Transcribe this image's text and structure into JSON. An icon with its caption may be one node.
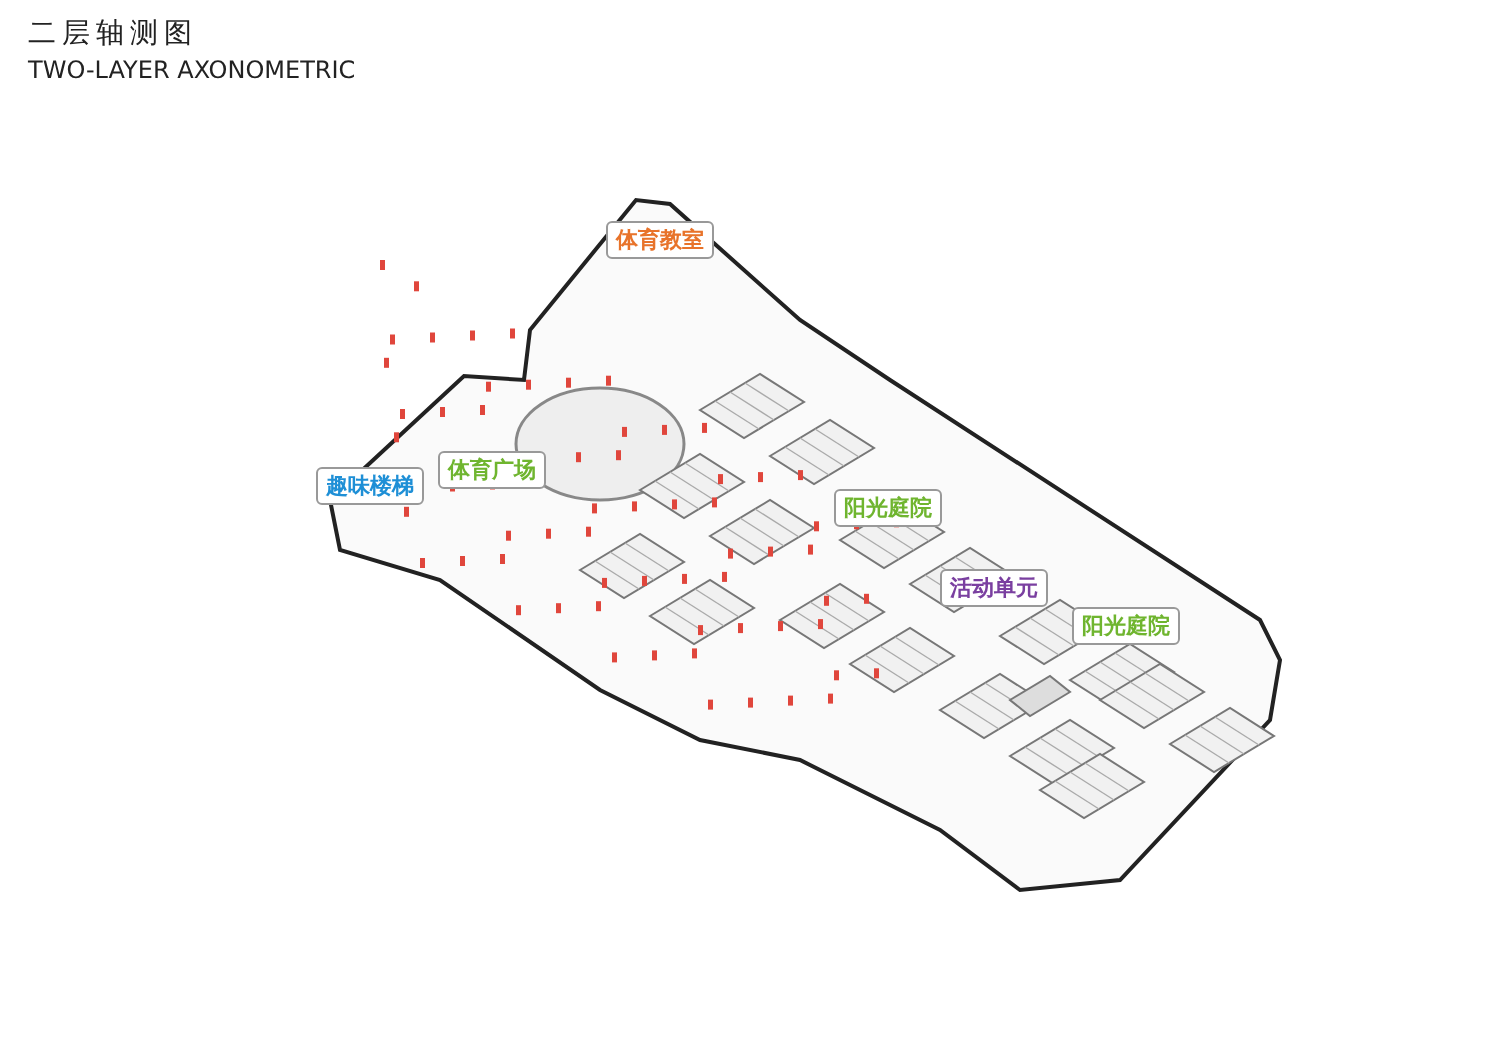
{
  "diagram": {
    "labels": [
      "二层轴测图",
      "TWO-LAYER AXONOMETRIC",
      "体育教室",
      "趣味楼梯",
      "体育广场",
      "阳光庭院",
      "活动单元",
      "阳光庭院"
    ]
  }
}
